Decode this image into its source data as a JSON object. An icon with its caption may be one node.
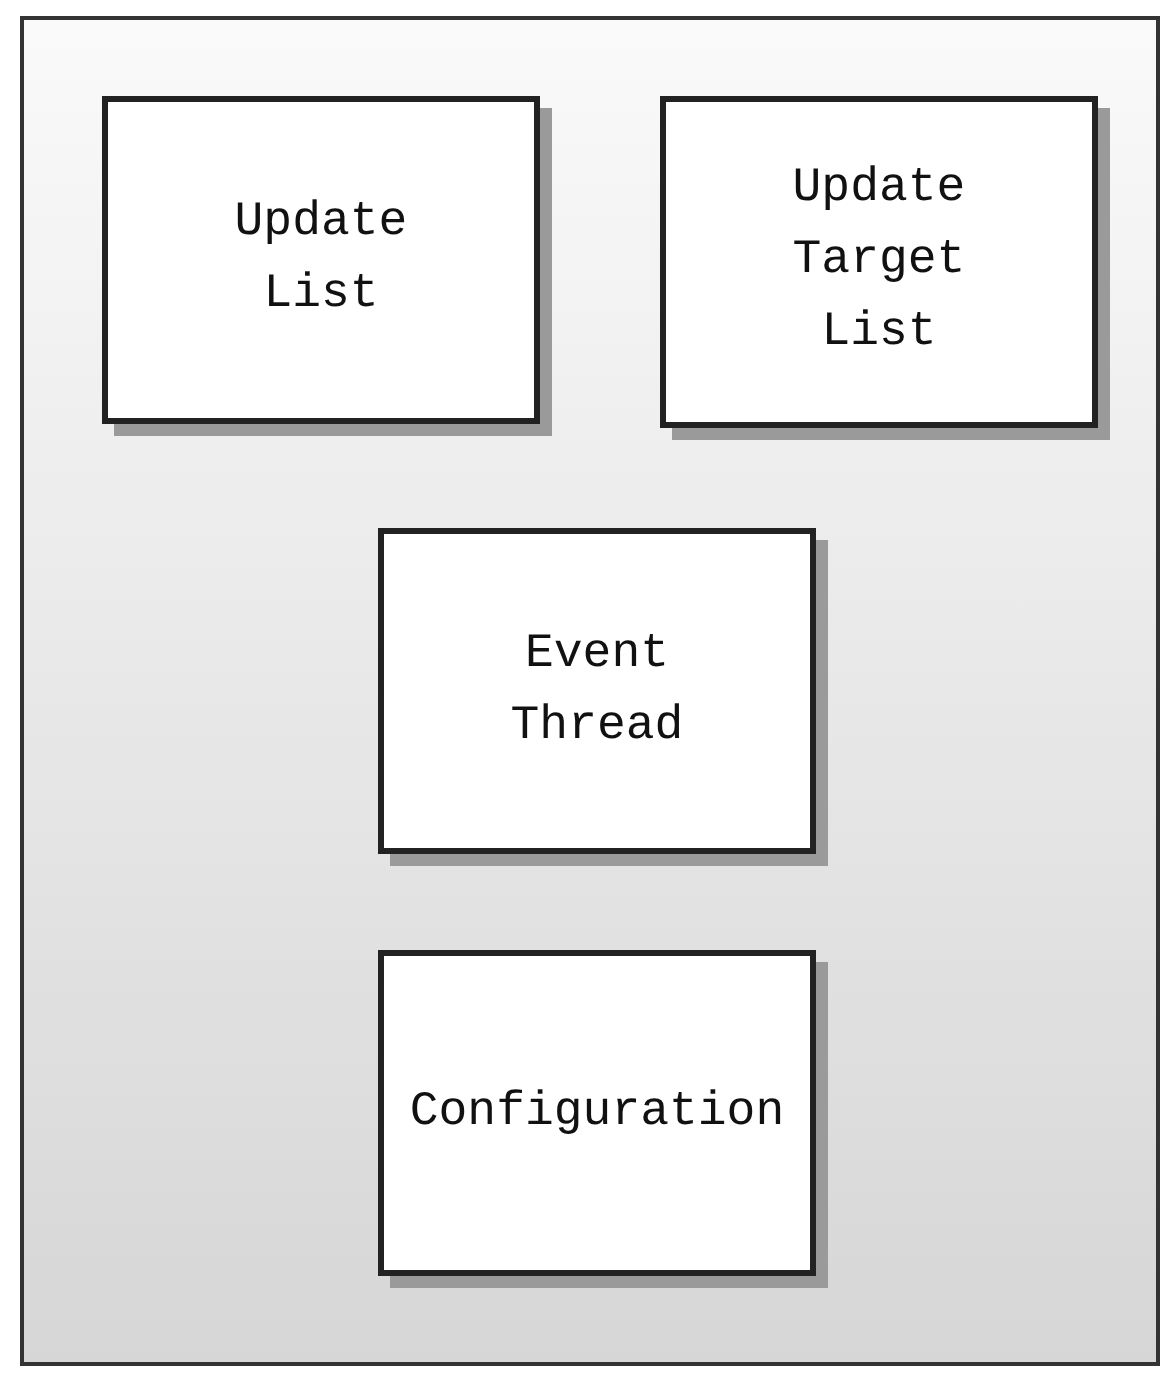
{
  "diagram": {
    "nodes": [
      {
        "text": [],
        "shape": "box"
      },
      {
        "text": [
          "Update List"
        ],
        "in": 0
      },
      {
        "text": [
          "Update Target List"
        ],
        "in": 0
      },
      {
        "text": [
          "Event Thread"
        ],
        "in": 0
      },
      {
        "text": [
          "Configuration"
        ],
        "in": 0
      }
    ]
  }
}
